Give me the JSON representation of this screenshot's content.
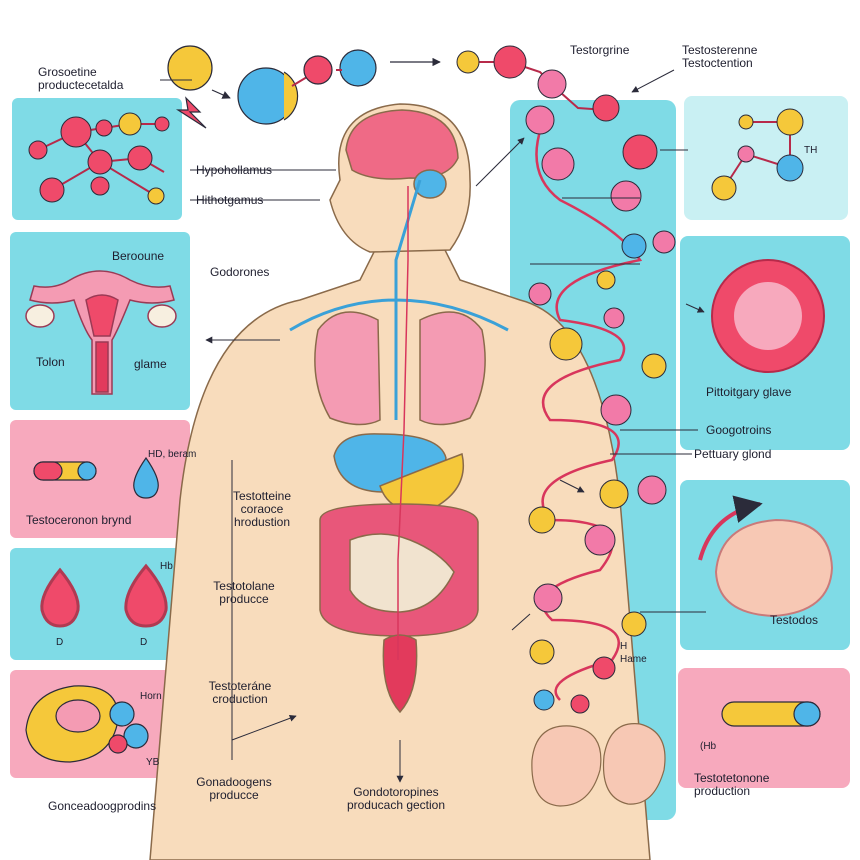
{
  "colors": {
    "panel_cyan": "#7fdbe6",
    "panel_pink": "#f7a9bd",
    "panel_light_cyan": "#c9f0f3",
    "molecule_red": "#ef4a6a",
    "molecule_pink": "#f27aa8",
    "molecule_yellow": "#f5c83a",
    "molecule_blue": "#4fb5e8",
    "skin": "#f8dcbc",
    "outline": "#2b2b3a"
  },
  "labels": {
    "top_left_caption": "Grosoetine\nproductecetalda",
    "hypothalamus": "Hypohollamus",
    "hithotgamus": "Hithotgamus",
    "berooune": "Berooune",
    "godorones": "Godorones",
    "tolon": "Tolon",
    "glame": "glame",
    "hd_beram": "HD, beram",
    "testoceronon_brynd": "Testoceronon brynd",
    "testotteine_production": "Testotteine\ncoraoce\nhrodustion",
    "hb": "Hb",
    "d_left": "D",
    "d_right": "D",
    "testotolane_producce": "Testotolane\nproducce",
    "horn": "Horn",
    "yb": "YB",
    "testoterane_croduction": "Testoteráne\ncroduction",
    "gonadoogens_producce": "Gonadoogens\nproducce",
    "gondotoropines": "Gondotoropines\nproducach gection",
    "gonceadoogprodins": "Gonceadoogprodins",
    "testorgrine": "Testorgrine",
    "testosterenne": "Testosterenne\nTestoctention",
    "th": "TH",
    "pittoitgary_glave": "Pittoitgary glave",
    "googotroins": "Googotroins",
    "pettuary_glond": "Pettuary glond",
    "testodos": "Testodos",
    "h_hame": "H\nHame",
    "hb_right": "(Hb",
    "testotetonone_production": "Testotetonone\nproduction"
  }
}
